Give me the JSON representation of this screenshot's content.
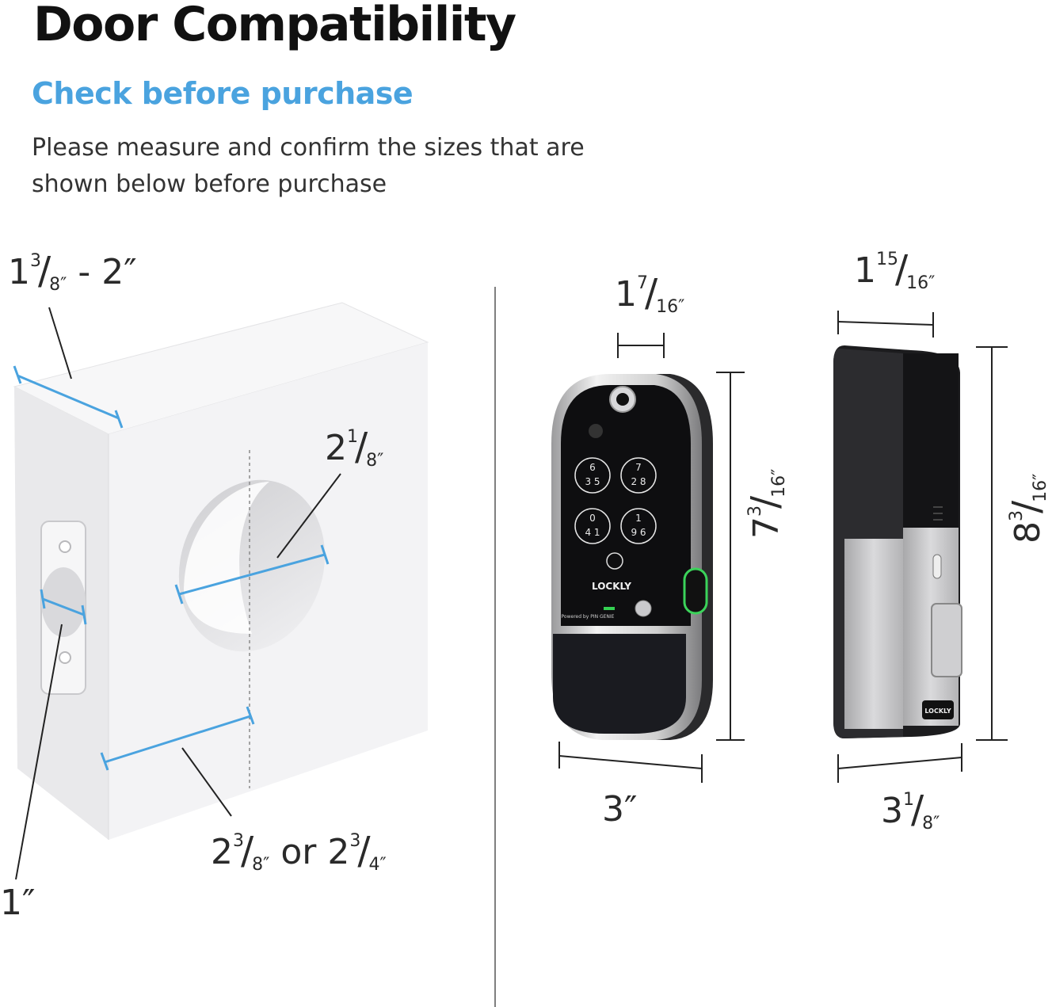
{
  "header": {
    "title": "Door Compatibility",
    "subtitle": "Check before purchase",
    "description_line1": "Please measure and confirm the sizes that are",
    "description_line2": "shown below before purchase"
  },
  "colors": {
    "accent": "#4aa3df",
    "text": "#111111",
    "line": "#222222"
  },
  "door_dimensions": {
    "thickness": {
      "whole": "1",
      "num": "3",
      "den": "8″",
      "tail": " - 2″"
    },
    "bore_hole": {
      "whole": "2",
      "num": "1",
      "den": "8″"
    },
    "backset": {
      "whole1": "2",
      "num1": "3",
      "den1": "8″",
      "connector": " or ",
      "whole2": "2",
      "num2": "3",
      "den2": "4″"
    },
    "latch": {
      "text": "1″"
    }
  },
  "front_lock_dimensions": {
    "depth": {
      "whole": "1",
      "num": "7",
      "den": "16″"
    },
    "height": {
      "whole": "7",
      "num": "3",
      "den": "16″"
    },
    "width": {
      "text": "3″"
    }
  },
  "back_lock_dimensions": {
    "depth": {
      "whole": "1",
      "num": "15",
      "den": "16″"
    },
    "height": {
      "whole": "8",
      "num": "3",
      "den": "16″"
    },
    "width": {
      "whole": "3",
      "num": "1",
      "den": "8″"
    }
  },
  "keypad": {
    "brand": "LOCKLY",
    "powered_by": "Powered by PIN GENIE",
    "keys": [
      {
        "top": "6",
        "bottom": "3 5"
      },
      {
        "top": "7",
        "bottom": "2 8"
      },
      {
        "top": "0",
        "bottom": "4 1"
      },
      {
        "top": "1",
        "bottom": "9 6"
      }
    ],
    "back_brand": "LOCKLY"
  }
}
